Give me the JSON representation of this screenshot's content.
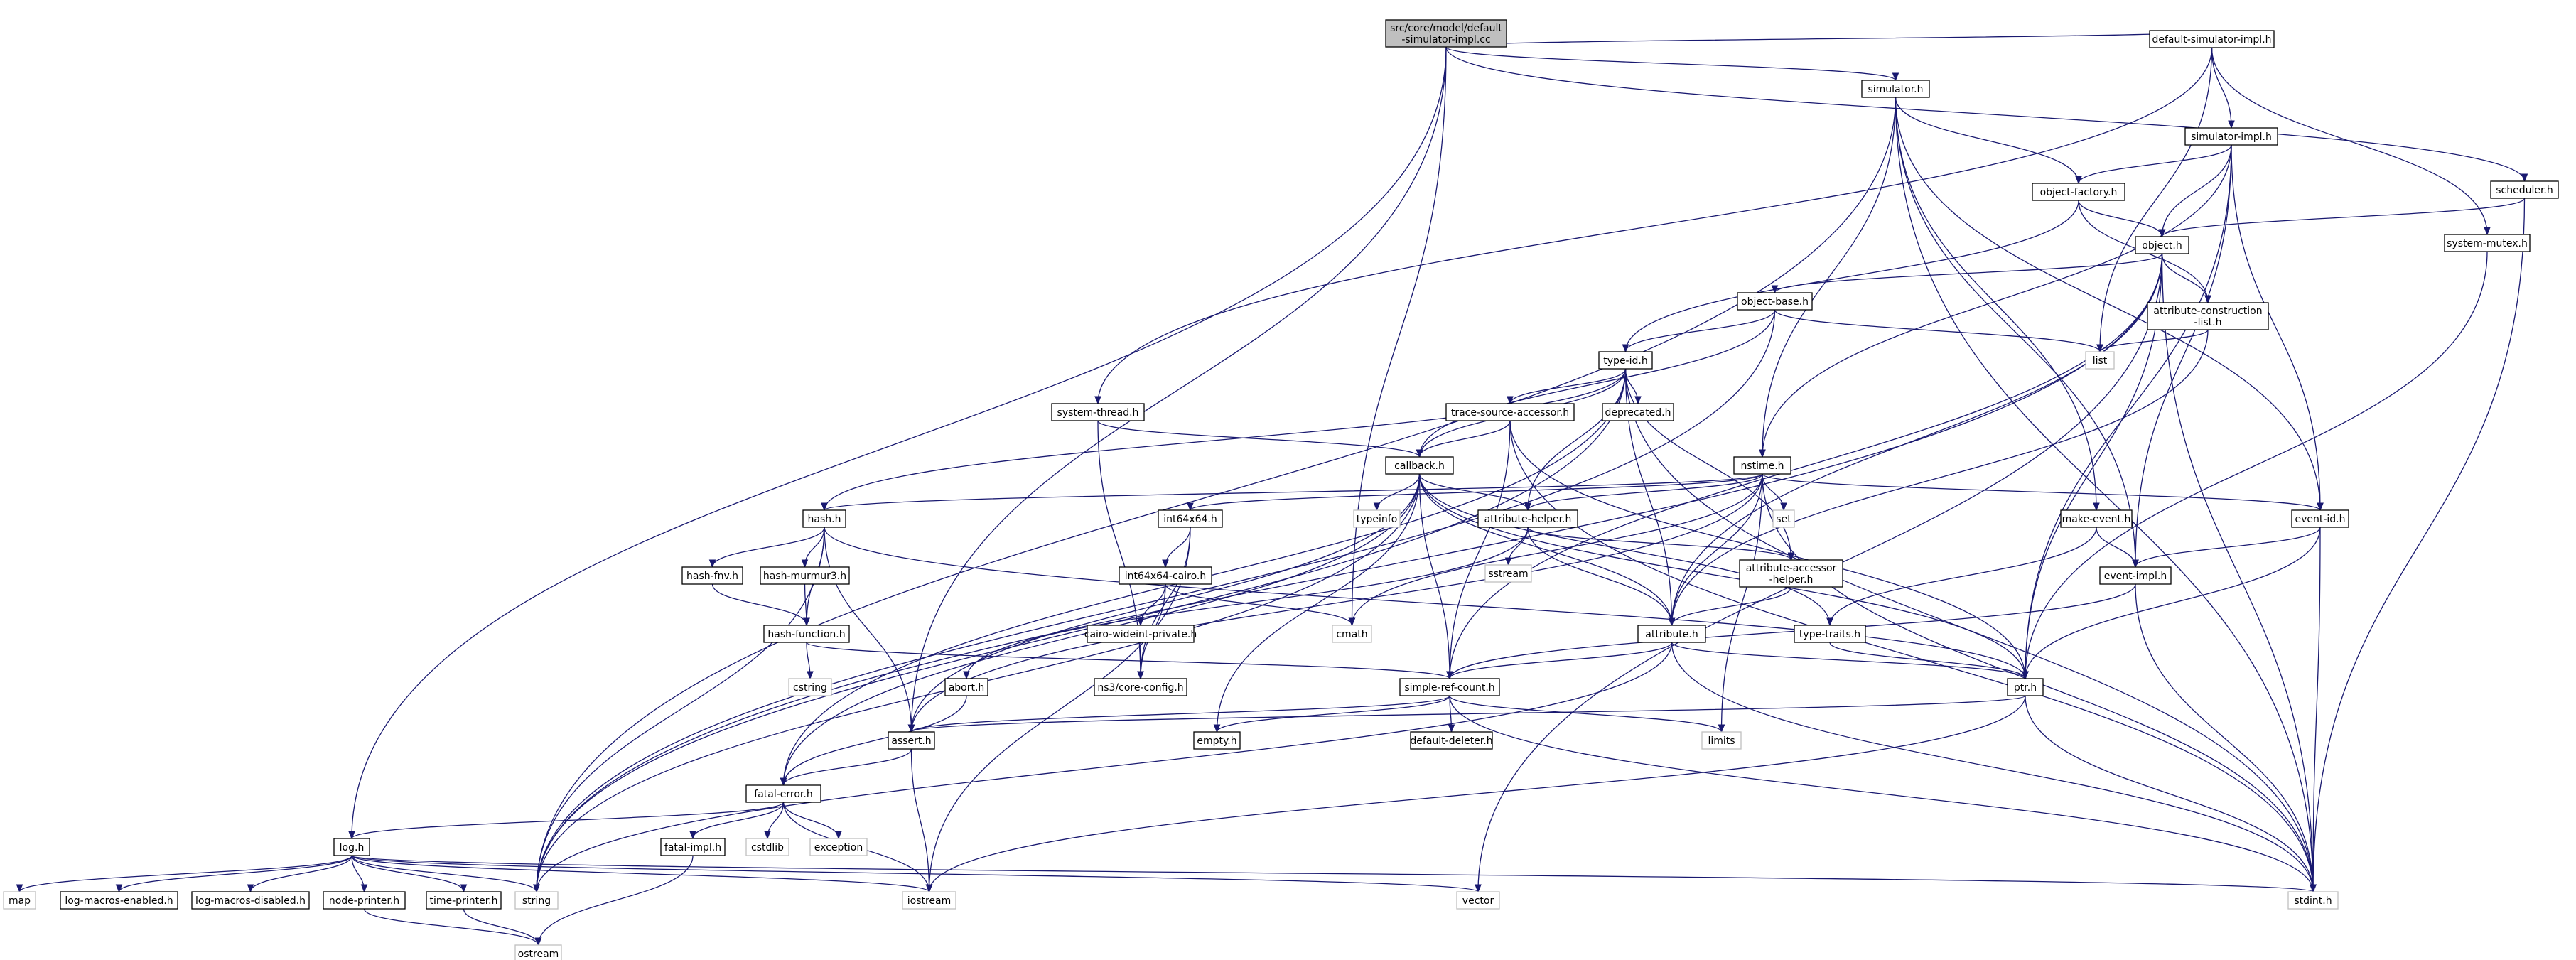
{
  "graph": {
    "nodes": [
      {
        "id": "root",
        "lines": [
          "src/core/model/default",
          "-simulator-impl.cc"
        ],
        "kind": "root",
        "link": false
      },
      {
        "id": "dsi",
        "lines": [
          "default-simulator-impl.h"
        ],
        "kind": "local",
        "link": true
      },
      {
        "id": "simulator",
        "lines": [
          "simulator.h"
        ],
        "kind": "local",
        "link": true
      },
      {
        "id": "simimpl",
        "lines": [
          "simulator-impl.h"
        ],
        "kind": "local",
        "link": true
      },
      {
        "id": "scheduler",
        "lines": [
          "scheduler.h"
        ],
        "kind": "local",
        "link": true
      },
      {
        "id": "sysmutex",
        "lines": [
          "system-mutex.h"
        ],
        "kind": "local",
        "link": true
      },
      {
        "id": "objfactory",
        "lines": [
          "object-factory.h"
        ],
        "kind": "local",
        "link": true
      },
      {
        "id": "object",
        "lines": [
          "object.h"
        ],
        "kind": "local",
        "link": true
      },
      {
        "id": "objbase",
        "lines": [
          "object-base.h"
        ],
        "kind": "local",
        "link": true
      },
      {
        "id": "attrcons",
        "lines": [
          "attribute-construction",
          "-list.h"
        ],
        "kind": "local",
        "link": true
      },
      {
        "id": "list",
        "lines": [
          "list"
        ],
        "kind": "ext",
        "link": false
      },
      {
        "id": "typeid",
        "lines": [
          "type-id.h"
        ],
        "kind": "local",
        "link": true
      },
      {
        "id": "deprecated",
        "lines": [
          "deprecated.h"
        ],
        "kind": "local",
        "link": true
      },
      {
        "id": "tsa",
        "lines": [
          "trace-source-accessor.h"
        ],
        "kind": "local",
        "link": true
      },
      {
        "id": "systhread",
        "lines": [
          "system-thread.h"
        ],
        "kind": "local",
        "link": true
      },
      {
        "id": "callback",
        "lines": [
          "callback.h"
        ],
        "kind": "local",
        "link": true
      },
      {
        "id": "typeinfo",
        "lines": [
          "typeinfo"
        ],
        "kind": "ext",
        "link": false
      },
      {
        "id": "nstime",
        "lines": [
          "nstime.h"
        ],
        "kind": "local",
        "link": true
      },
      {
        "id": "set",
        "lines": [
          "set"
        ],
        "kind": "ext",
        "link": false
      },
      {
        "id": "makeevent",
        "lines": [
          "make-event.h"
        ],
        "kind": "local",
        "link": true
      },
      {
        "id": "eventid",
        "lines": [
          "event-id.h"
        ],
        "kind": "local",
        "link": true
      },
      {
        "id": "hash",
        "lines": [
          "hash.h"
        ],
        "kind": "local",
        "link": true
      },
      {
        "id": "int64x64",
        "lines": [
          "int64x64.h"
        ],
        "kind": "local",
        "link": true
      },
      {
        "id": "attrhelper",
        "lines": [
          "attribute-helper.h"
        ],
        "kind": "local",
        "link": true
      },
      {
        "id": "sstream",
        "lines": [
          "sstream"
        ],
        "kind": "ext",
        "link": false
      },
      {
        "id": "attracc",
        "lines": [
          "attribute-accessor",
          "-helper.h"
        ],
        "kind": "local",
        "link": true
      },
      {
        "id": "eventimpl",
        "lines": [
          "event-impl.h"
        ],
        "kind": "local",
        "link": true
      },
      {
        "id": "hashfnv",
        "lines": [
          "hash-fnv.h"
        ],
        "kind": "local",
        "link": true
      },
      {
        "id": "hashmurmur",
        "lines": [
          "hash-murmur3.h"
        ],
        "kind": "local",
        "link": true
      },
      {
        "id": "int64cairo",
        "lines": [
          "int64x64-cairo.h"
        ],
        "kind": "local",
        "link": true
      },
      {
        "id": "cmath",
        "lines": [
          "cmath"
        ],
        "kind": "ext",
        "link": false
      },
      {
        "id": "hashfunction",
        "lines": [
          "hash-function.h"
        ],
        "kind": "local",
        "link": true
      },
      {
        "id": "cairowide",
        "lines": [
          "cairo-wideint-private.h"
        ],
        "kind": "local",
        "link": true
      },
      {
        "id": "attribute",
        "lines": [
          "attribute.h"
        ],
        "kind": "local",
        "link": true
      },
      {
        "id": "typetraits",
        "lines": [
          "type-traits.h"
        ],
        "kind": "local",
        "link": true
      },
      {
        "id": "cstring",
        "lines": [
          "cstring"
        ],
        "kind": "ext",
        "link": false
      },
      {
        "id": "abort",
        "lines": [
          "abort.h"
        ],
        "kind": "local",
        "link": true
      },
      {
        "id": "coreconfig",
        "lines": [
          "ns3/core-config.h"
        ],
        "kind": "local",
        "link": true
      },
      {
        "id": "simpleref",
        "lines": [
          "simple-ref-count.h"
        ],
        "kind": "local",
        "link": true
      },
      {
        "id": "ptr",
        "lines": [
          "ptr.h"
        ],
        "kind": "local",
        "link": true
      },
      {
        "id": "assert",
        "lines": [
          "assert.h"
        ],
        "kind": "local",
        "link": true
      },
      {
        "id": "empty",
        "lines": [
          "empty.h"
        ],
        "kind": "local",
        "link": true
      },
      {
        "id": "defdeleter",
        "lines": [
          "default-deleter.h"
        ],
        "kind": "local",
        "link": true
      },
      {
        "id": "limits",
        "lines": [
          "limits"
        ],
        "kind": "ext",
        "link": false
      },
      {
        "id": "fatalerror",
        "lines": [
          "fatal-error.h"
        ],
        "kind": "local",
        "link": true
      },
      {
        "id": "log",
        "lines": [
          "log.h"
        ],
        "kind": "local",
        "link": true
      },
      {
        "id": "fatalimpl",
        "lines": [
          "fatal-impl.h"
        ],
        "kind": "local",
        "link": true
      },
      {
        "id": "cstdlib",
        "lines": [
          "cstdlib"
        ],
        "kind": "ext",
        "link": false
      },
      {
        "id": "exception",
        "lines": [
          "exception"
        ],
        "kind": "ext",
        "link": false
      },
      {
        "id": "map",
        "lines": [
          "map"
        ],
        "kind": "ext",
        "link": false
      },
      {
        "id": "logmacen",
        "lines": [
          "log-macros-enabled.h"
        ],
        "kind": "local",
        "link": true
      },
      {
        "id": "logmacdis",
        "lines": [
          "log-macros-disabled.h"
        ],
        "kind": "local",
        "link": true
      },
      {
        "id": "nodeprinter",
        "lines": [
          "node-printer.h"
        ],
        "kind": "local",
        "link": true
      },
      {
        "id": "timeprinter",
        "lines": [
          "time-printer.h"
        ],
        "kind": "local",
        "link": true
      },
      {
        "id": "string",
        "lines": [
          "string"
        ],
        "kind": "ext",
        "link": false
      },
      {
        "id": "iostream",
        "lines": [
          "iostream"
        ],
        "kind": "ext",
        "link": false
      },
      {
        "id": "vector",
        "lines": [
          "vector"
        ],
        "kind": "ext",
        "link": false
      },
      {
        "id": "stdint",
        "lines": [
          "stdint.h"
        ],
        "kind": "ext",
        "link": false
      },
      {
        "id": "ostream",
        "lines": [
          "ostream"
        ],
        "kind": "ext",
        "link": false
      }
    ],
    "edges": [
      [
        "root",
        "dsi"
      ],
      [
        "root",
        "simulator"
      ],
      [
        "root",
        "scheduler"
      ],
      [
        "root",
        "log"
      ],
      [
        "root",
        "assert"
      ],
      [
        "root",
        "cmath"
      ],
      [
        "dsi",
        "simimpl"
      ],
      [
        "dsi",
        "sysmutex"
      ],
      [
        "dsi",
        "systhread"
      ],
      [
        "dsi",
        "list"
      ],
      [
        "simulator",
        "objfactory"
      ],
      [
        "simulator",
        "nstime"
      ],
      [
        "simulator",
        "eventid"
      ],
      [
        "simulator",
        "eventimpl"
      ],
      [
        "simulator",
        "makeevent"
      ],
      [
        "simulator",
        "string"
      ],
      [
        "simulator",
        "stdint"
      ],
      [
        "simimpl",
        "objfactory"
      ],
      [
        "simimpl",
        "object"
      ],
      [
        "simimpl",
        "eventid"
      ],
      [
        "simimpl",
        "eventimpl"
      ],
      [
        "simimpl",
        "nstime"
      ],
      [
        "simimpl",
        "ptr"
      ],
      [
        "scheduler",
        "object"
      ],
      [
        "scheduler",
        "stdint"
      ],
      [
        "sysmutex",
        "ptr"
      ],
      [
        "objfactory",
        "object"
      ],
      [
        "objfactory",
        "attrcons"
      ],
      [
        "objfactory",
        "typeid"
      ],
      [
        "object",
        "objbase"
      ],
      [
        "object",
        "attrcons"
      ],
      [
        "object",
        "attribute"
      ],
      [
        "object",
        "ptr"
      ],
      [
        "object",
        "simpleref"
      ],
      [
        "object",
        "string"
      ],
      [
        "object",
        "vector"
      ],
      [
        "object",
        "stdint"
      ],
      [
        "objbase",
        "typeid"
      ],
      [
        "objbase",
        "callback"
      ],
      [
        "objbase",
        "list"
      ],
      [
        "objbase",
        "string"
      ],
      [
        "attrcons",
        "list"
      ],
      [
        "attrcons",
        "attribute"
      ],
      [
        "typeid",
        "deprecated"
      ],
      [
        "typeid",
        "tsa"
      ],
      [
        "typeid",
        "callback"
      ],
      [
        "typeid",
        "attrhelper"
      ],
      [
        "typeid",
        "attracc"
      ],
      [
        "typeid",
        "attribute"
      ],
      [
        "typeid",
        "hash"
      ],
      [
        "typeid",
        "fatalerror"
      ],
      [
        "typeid",
        "string"
      ],
      [
        "typeid",
        "stdint"
      ],
      [
        "tsa",
        "callback"
      ],
      [
        "tsa",
        "simpleref"
      ],
      [
        "tsa",
        "ptr"
      ],
      [
        "tsa",
        "stdint"
      ],
      [
        "systhread",
        "callback"
      ],
      [
        "systhread",
        "coreconfig"
      ],
      [
        "callback",
        "attribute"
      ],
      [
        "callback",
        "attrhelper"
      ],
      [
        "callback",
        "simpleref"
      ],
      [
        "callback",
        "typetraits"
      ],
      [
        "callback",
        "typeinfo"
      ],
      [
        "callback",
        "ptr"
      ],
      [
        "callback",
        "assert"
      ],
      [
        "callback",
        "fatalerror"
      ],
      [
        "callback",
        "empty"
      ],
      [
        "callback",
        "string"
      ],
      [
        "nstime",
        "attrhelper"
      ],
      [
        "nstime",
        "attribute"
      ],
      [
        "nstime",
        "eventid"
      ],
      [
        "nstime",
        "int64x64"
      ],
      [
        "nstime",
        "set"
      ],
      [
        "nstime",
        "cmath"
      ],
      [
        "nstime",
        "limits"
      ],
      [
        "nstime",
        "hash"
      ],
      [
        "nstime",
        "stdint"
      ],
      [
        "nstime",
        "assert"
      ],
      [
        "makeevent",
        "eventimpl"
      ],
      [
        "makeevent",
        "typetraits"
      ],
      [
        "eventid",
        "eventimpl"
      ],
      [
        "eventid",
        "ptr"
      ],
      [
        "eventid",
        "stdint"
      ],
      [
        "hash",
        "hashfnv"
      ],
      [
        "hash",
        "hashmurmur"
      ],
      [
        "hash",
        "hashfunction"
      ],
      [
        "hash",
        "assert"
      ],
      [
        "hash",
        "ptr"
      ],
      [
        "hash",
        "string"
      ],
      [
        "int64x64",
        "int64cairo"
      ],
      [
        "int64x64",
        "coreconfig"
      ],
      [
        "int64x64",
        "iostream"
      ],
      [
        "attrhelper",
        "sstream"
      ],
      [
        "attrhelper",
        "abort"
      ],
      [
        "attrhelper",
        "attribute"
      ],
      [
        "attrhelper",
        "attracc"
      ],
      [
        "attracc",
        "attribute"
      ],
      [
        "eventimpl",
        "simpleref"
      ],
      [
        "eventimpl",
        "stdint"
      ],
      [
        "hashfnv",
        "hashfunction"
      ],
      [
        "hashmurmur",
        "hashfunction"
      ],
      [
        "int64cairo",
        "cairowide"
      ],
      [
        "int64cairo",
        "coreconfig"
      ],
      [
        "int64cairo",
        "cmath"
      ],
      [
        "hashfunction",
        "cstring"
      ],
      [
        "hashfunction",
        "simpleref"
      ],
      [
        "cairowide",
        "coreconfig"
      ],
      [
        "attribute",
        "ptr"
      ],
      [
        "attribute",
        "simpleref"
      ],
      [
        "attribute",
        "string"
      ],
      [
        "attribute",
        "stdint"
      ],
      [
        "typetraits",
        "ptr"
      ],
      [
        "abort",
        "fatalerror"
      ],
      [
        "simpleref",
        "assert"
      ],
      [
        "simpleref",
        "empty"
      ],
      [
        "simpleref",
        "defdeleter"
      ],
      [
        "simpleref",
        "limits"
      ],
      [
        "simpleref",
        "stdint"
      ],
      [
        "ptr",
        "assert"
      ],
      [
        "ptr",
        "iostream"
      ],
      [
        "ptr",
        "stdint"
      ],
      [
        "assert",
        "fatalerror"
      ],
      [
        "assert",
        "iostream"
      ],
      [
        "fatalerror",
        "log"
      ],
      [
        "fatalerror",
        "fatalimpl"
      ],
      [
        "fatalerror",
        "cstdlib"
      ],
      [
        "fatalerror",
        "exception"
      ],
      [
        "fatalerror",
        "iostream"
      ],
      [
        "log",
        "map"
      ],
      [
        "log",
        "logmacen"
      ],
      [
        "log",
        "logmacdis"
      ],
      [
        "log",
        "nodeprinter"
      ],
      [
        "log",
        "timeprinter"
      ],
      [
        "log",
        "string"
      ],
      [
        "log",
        "iostream"
      ],
      [
        "log",
        "vector"
      ],
      [
        "log",
        "stdint"
      ],
      [
        "fatalimpl",
        "ostream"
      ],
      [
        "nodeprinter",
        "ostream"
      ],
      [
        "timeprinter",
        "ostream"
      ]
    ]
  },
  "colors": {
    "edge": "#191970",
    "root_fill": "#bfbfbf",
    "node_border": "#000000",
    "external_border": "#c0c0c0"
  }
}
